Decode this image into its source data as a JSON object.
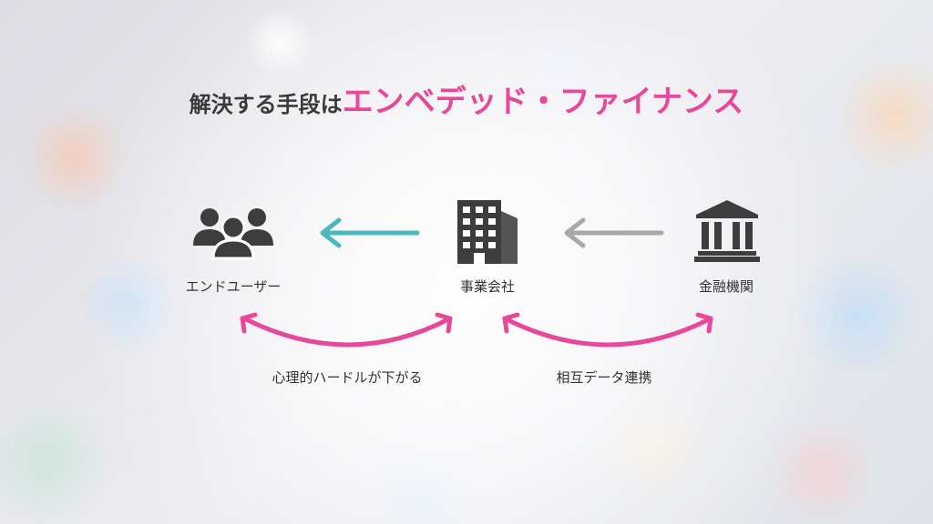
{
  "title": {
    "prefix": "解決する手段は",
    "highlight": "エンベデッド・ファイナンス"
  },
  "nodes": {
    "end_user": {
      "label": "エンドユーザー",
      "icon": "users-group-icon"
    },
    "business": {
      "label": "事業会社",
      "icon": "office-building-icon"
    },
    "bank": {
      "label": "金融機関",
      "icon": "bank-icon"
    }
  },
  "relations": {
    "left": "心理的ハードルが下がる",
    "right": "相互データ連携"
  },
  "colors": {
    "teal_arrow": "#4bb8c0",
    "gray_arrow": "#a8a8a8",
    "pink_arrow": "#e8489a",
    "icon": "#3d3d3d"
  }
}
